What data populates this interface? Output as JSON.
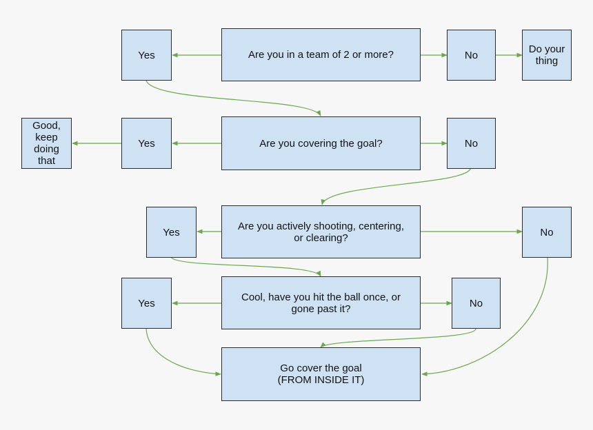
{
  "colors": {
    "box_fill": "#cfe2f3",
    "box_border": "#2b2b2b",
    "connector": "#6aa84f",
    "background": "#f7f7f7"
  },
  "diagram": {
    "q1": {
      "question": "Are you in a team of 2 or more?",
      "yes": "Yes",
      "no": "No",
      "no_result": "Do your\nthing"
    },
    "q2": {
      "question": "Are you covering the goal?",
      "yes": "Yes",
      "yes_result": "Good,\nkeep\ndoing\nthat",
      "no": "No"
    },
    "q3": {
      "question": "Are you actively shooting, centering,\nor clearing?",
      "yes": "Yes",
      "no": "No"
    },
    "q4": {
      "question": "Cool, have you hit the ball once, or\ngone past it?",
      "yes": "Yes",
      "no": "No"
    },
    "final": {
      "text": "Go cover the goal\n(FROM INSIDE IT)"
    }
  }
}
